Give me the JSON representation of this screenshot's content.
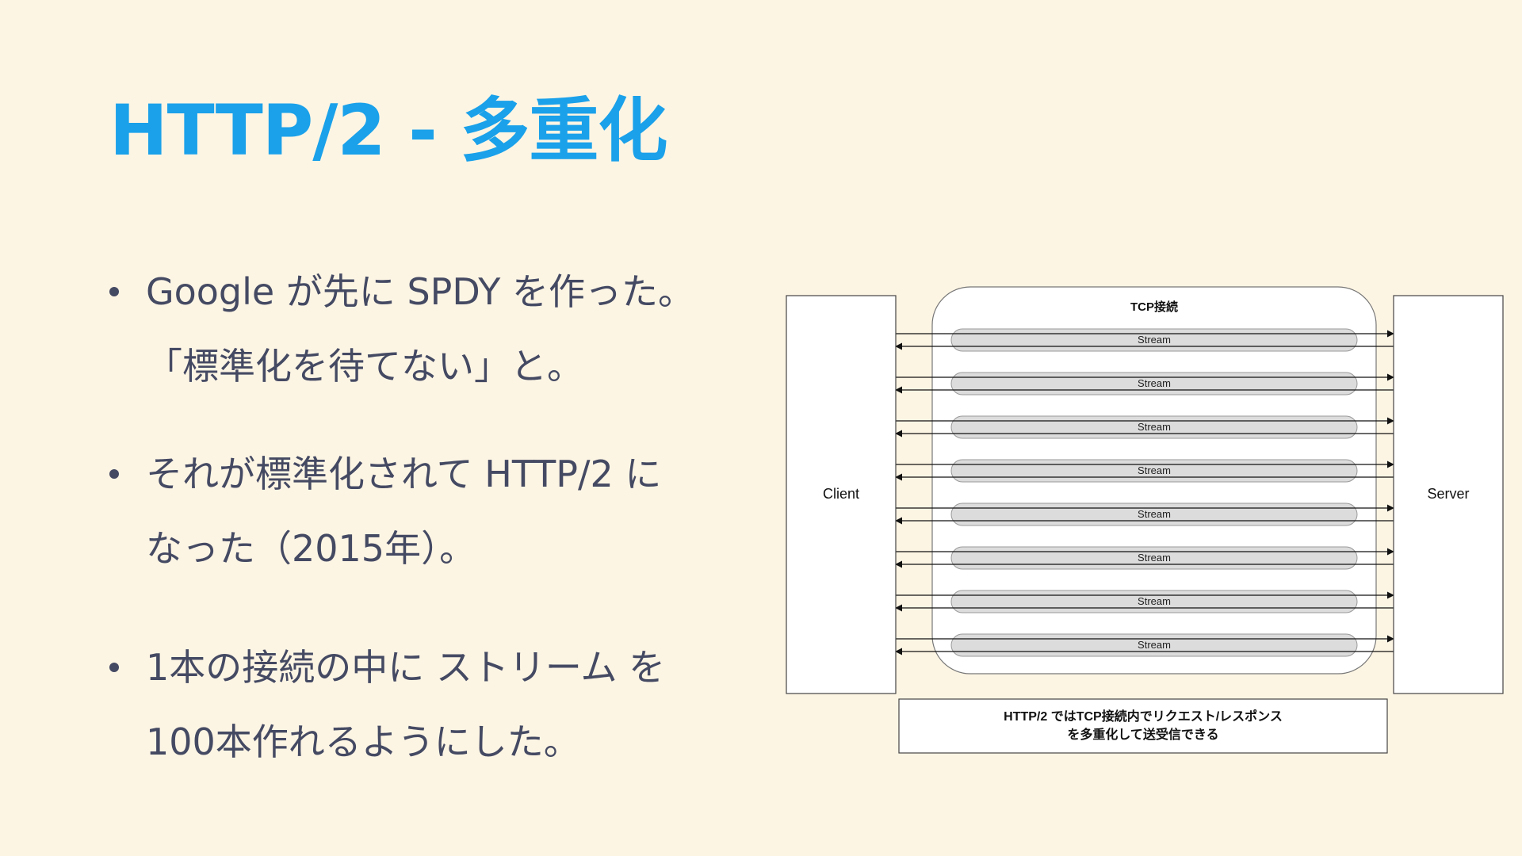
{
  "slide": {
    "title": "HTTP/2 - 多重化",
    "bullets": [
      {
        "lines": [
          "Google が先に SPDY を作った。",
          "「標準化を待てない」と。"
        ]
      },
      {
        "lines": [
          "それが標準化されて HTTP/2 に",
          "なった（2015年）。"
        ]
      },
      {
        "lines": [
          "1本の接続の中に ストリーム を",
          "100本作れるようにした。"
        ]
      }
    ]
  },
  "diagram": {
    "client_label": "Client",
    "server_label": "Server",
    "connection_label": "TCP接続",
    "streams": [
      "Stream",
      "Stream",
      "Stream",
      "Stream",
      "Stream",
      "Stream",
      "Stream",
      "Stream"
    ],
    "caption": {
      "line1": "HTTP/2 ではTCP接続内でリクエスト/レスポンス",
      "line2": "を多重化して送受信できる"
    }
  },
  "colors": {
    "background": "#fdf5e4",
    "title": "#1aa1ea",
    "body_text": "#454a63"
  }
}
